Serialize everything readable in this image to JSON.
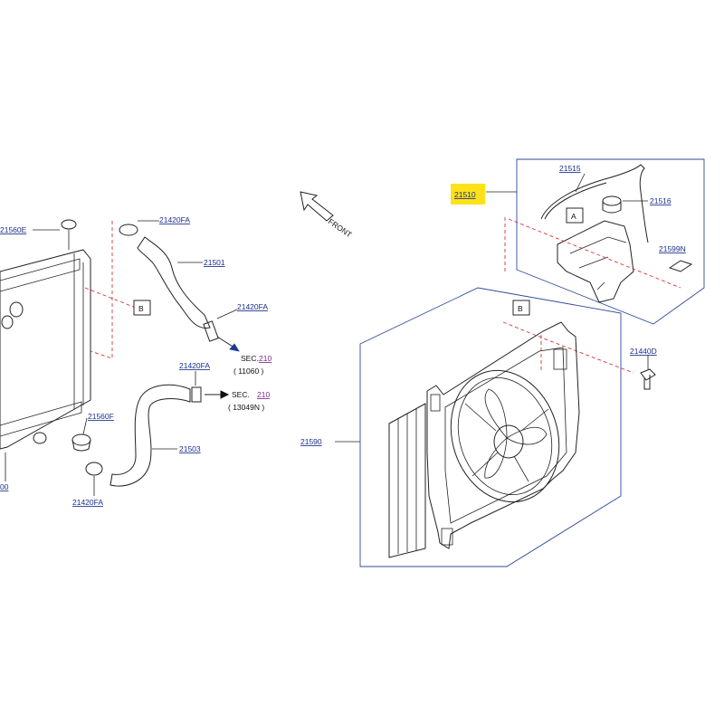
{
  "labels": {
    "front": "FRONT",
    "p21510": "21510",
    "p21515": "21515",
    "p21516": "21516",
    "p21599N": "21599N",
    "p21440D": "21440D",
    "p21590": "21590",
    "p21560E": "21560E",
    "p21420FA_a": "21420FA",
    "p21501": "21501",
    "p21420FA_b": "21420FA",
    "p21420FA_c": "21420FA",
    "p21503": "21503",
    "p21560F": "21560F",
    "p21420FA_d": "21420FA",
    "p_cut": "00",
    "sec1_prefix": "SEC.",
    "sec1_num": "210",
    "sec1_ref": "( 11060 )",
    "sec2_prefix": "SEC.",
    "sec2_num": "210",
    "sec2_ref": "( 13049N )",
    "ref_a": "A",
    "ref_b_left": "B",
    "ref_b_right": "B"
  },
  "colors": {
    "highlight": "#ffe11a",
    "part_number": "#1a2f8a",
    "section_number": "#7a2a8a",
    "leader_dash": "#d23a3a",
    "frame": "#2d4a9a"
  }
}
